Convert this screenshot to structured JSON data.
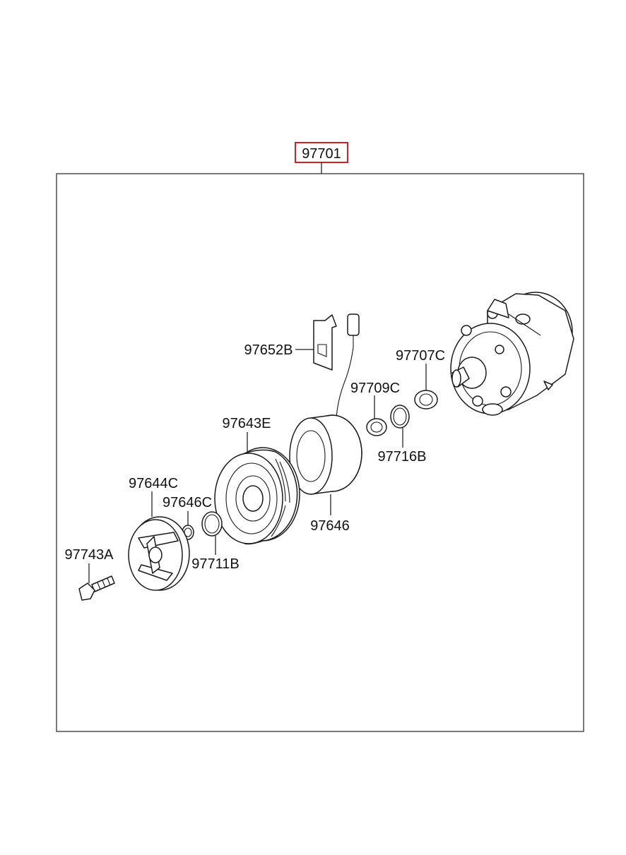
{
  "assembly": {
    "part_no": "97701",
    "highlight_color": "#d42020"
  },
  "callouts": [
    {
      "id": "97652B"
    },
    {
      "id": "97707C"
    },
    {
      "id": "97709C"
    },
    {
      "id": "97643E"
    },
    {
      "id": "97716B"
    },
    {
      "id": "97644C"
    },
    {
      "id": "97646C"
    },
    {
      "id": "97646"
    },
    {
      "id": "97743A"
    },
    {
      "id": "97711B"
    }
  ]
}
